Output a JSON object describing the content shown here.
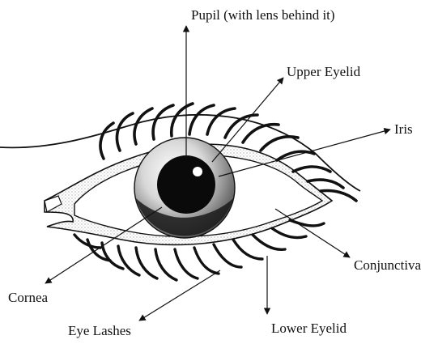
{
  "labels": {
    "pupil": "Pupil (with lens behind it)",
    "upper_eyelid": "Upper Eyelid",
    "iris": "Iris",
    "conjunctiva": "Conjunctiva",
    "cornea": "Cornea",
    "eye_lashes": "Eye Lashes",
    "lower_eyelid": "Lower Eyelid"
  }
}
